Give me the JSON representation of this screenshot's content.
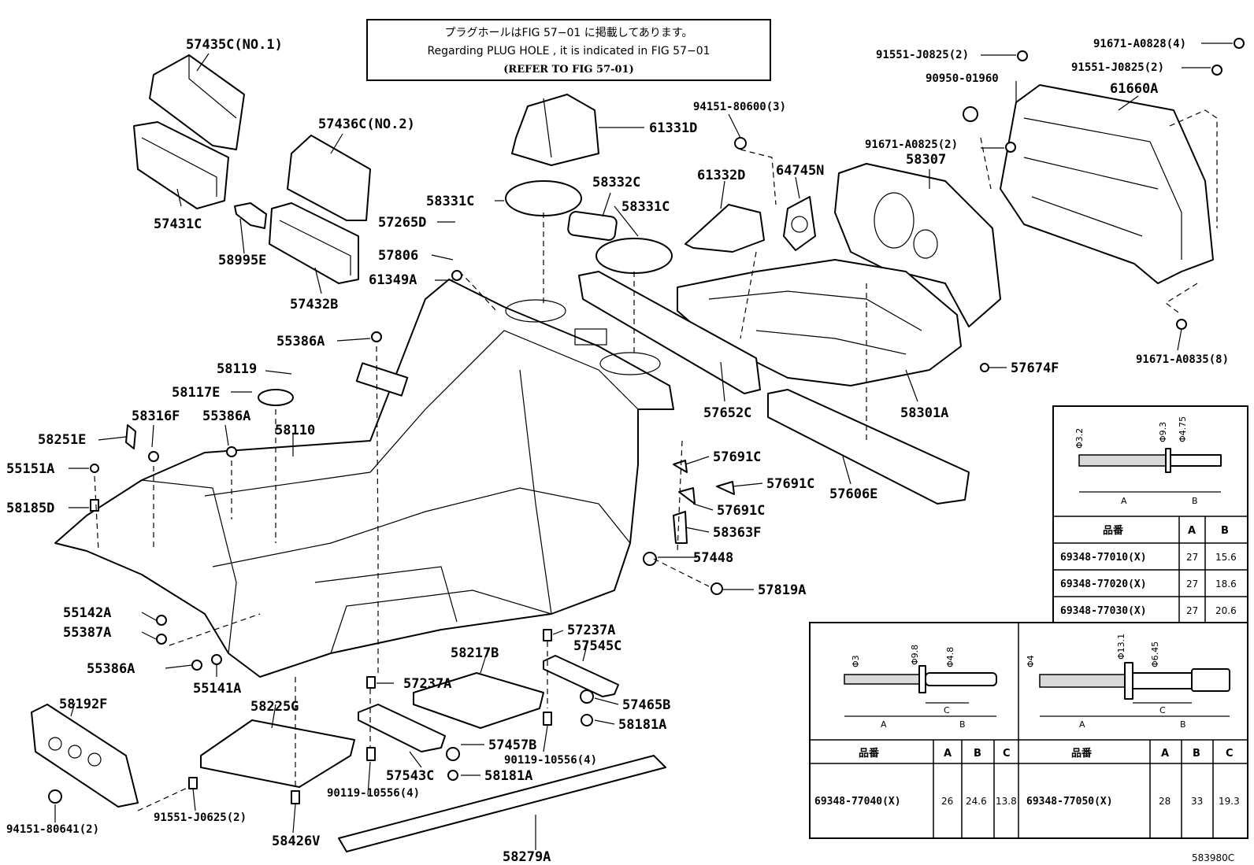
{
  "note": {
    "line1": "プラグホールはFIG 57−01 に掲載してあります。",
    "line2": "Regarding  PLUG  HOLE , it is indicated in FIG  57−01",
    "line3": "(REFER TO FIG 57-01)"
  },
  "labels": {
    "57435C": "57435C(NO.1)",
    "57431C": "57431C",
    "58995E": "58995E",
    "57436C": "57436C(NO.2)",
    "57432B": "57432B",
    "61331D": "61331D",
    "58332C": "58332C",
    "58331C_a": "58331C",
    "58331C_b": "58331C",
    "57265D": "57265D",
    "57806": "57806",
    "61349A": "61349A",
    "55386A_a": "55386A",
    "58119": "58119",
    "58117E": "58117E",
    "58316F": "58316F",
    "55386A_b": "55386A",
    "58110": "58110",
    "58251E": "58251E",
    "55151A": "55151A",
    "58185D": "58185D",
    "94151_80600": "94151-80600(3)",
    "61332D": "61332D",
    "64745N": "64745N",
    "58307": "58307",
    "91671_A0825": "91671-A0825(2)",
    "90950_01960": "90950-01960",
    "91551_J0825_a": "91551-J0825(2)",
    "91551_J0825_b": "91551-J0825(2)",
    "91671_A0828": "91671-A0828(4)",
    "61660A": "61660A",
    "91671_A0835": "91671-A0835(8)",
    "57674F": "57674F",
    "58301A": "58301A",
    "57652C": "57652C",
    "57606E": "57606E",
    "57691C_a": "57691C",
    "57691C_b": "57691C",
    "57691C_c": "57691C",
    "58363F": "58363F",
    "57448": "57448",
    "57819A": "57819A",
    "55142A": "55142A",
    "55387A": "55387A",
    "55386A_c": "55386A",
    "55141A": "55141A",
    "57237A_a": "57237A",
    "57545C": "57545C",
    "58217B": "58217B",
    "57237A_b": "57237A",
    "58192F": "58192F",
    "58225G": "58225G",
    "57465B": "57465B",
    "58181A_a": "58181A",
    "57457B": "57457B",
    "90119_10556_a": "90119-10556(4)",
    "57543C": "57543C",
    "58181A_b": "58181A",
    "90119_10556_b": "90119-10556(4)",
    "91551_J0625": "91551-J0625(2)",
    "94151_80641": "94151-80641(2)",
    "58426V": "58426V",
    "58279A": "58279A"
  },
  "footer_code": "583980C",
  "rivet_table_1": {
    "dims": [
      "Φ3.2",
      "Φ9.3",
      "Φ4.75",
      "A",
      "B"
    ],
    "headers": [
      "品番",
      "A",
      "B"
    ],
    "rows": [
      {
        "part": "69348-77010(X)",
        "a": "27",
        "b": "15.6"
      },
      {
        "part": "69348-77020(X)",
        "a": "27",
        "b": "18.6"
      },
      {
        "part": "69348-77030(X)",
        "a": "27",
        "b": "20.6"
      }
    ]
  },
  "rivet_table_2": {
    "left": {
      "dims": [
        "Φ3",
        "Φ9.8",
        "Φ4.8",
        "A",
        "B",
        "C"
      ],
      "headers": [
        "品番",
        "A",
        "B",
        "C"
      ],
      "row": {
        "part": "69348-77040(X)",
        "a": "26",
        "b": "24.6",
        "c": "13.8"
      }
    },
    "right": {
      "dims": [
        "Φ4",
        "Φ13.1",
        "Φ6.45",
        "A",
        "B",
        "C"
      ],
      "headers": [
        "品番",
        "A",
        "B",
        "C"
      ],
      "row": {
        "part": "69348-77050(X)",
        "a": "28",
        "b": "33",
        "c": "19.3"
      }
    }
  }
}
